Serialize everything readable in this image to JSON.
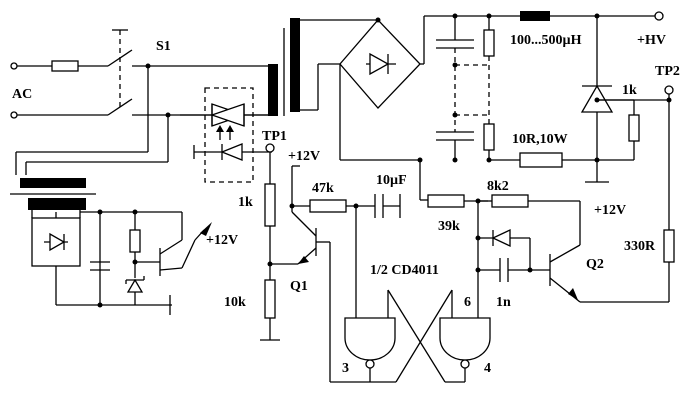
{
  "labels": {
    "s1": "S1",
    "ac": "AC",
    "hv": "+HV",
    "tp2": "TP2",
    "tp1": "TP1",
    "v12_tp1": "+12V",
    "inductor": "100...500µH",
    "r_1k_right": "1k",
    "r_10r": "10R,10W",
    "r_47k": "47k",
    "c_10uf": "10µF",
    "r_8k2": "8k2",
    "r_1k_left": "1k",
    "v12_q2": "+12V",
    "r_39k": "39k",
    "r_330r": "330R",
    "v12_reg": "+12V",
    "q1": "Q1",
    "ic": "1/2 CD4011",
    "q2": "Q2",
    "pin6": "6",
    "c_1n": "1n",
    "r_10k": "10k",
    "pin3": "3",
    "pin4": "4"
  }
}
